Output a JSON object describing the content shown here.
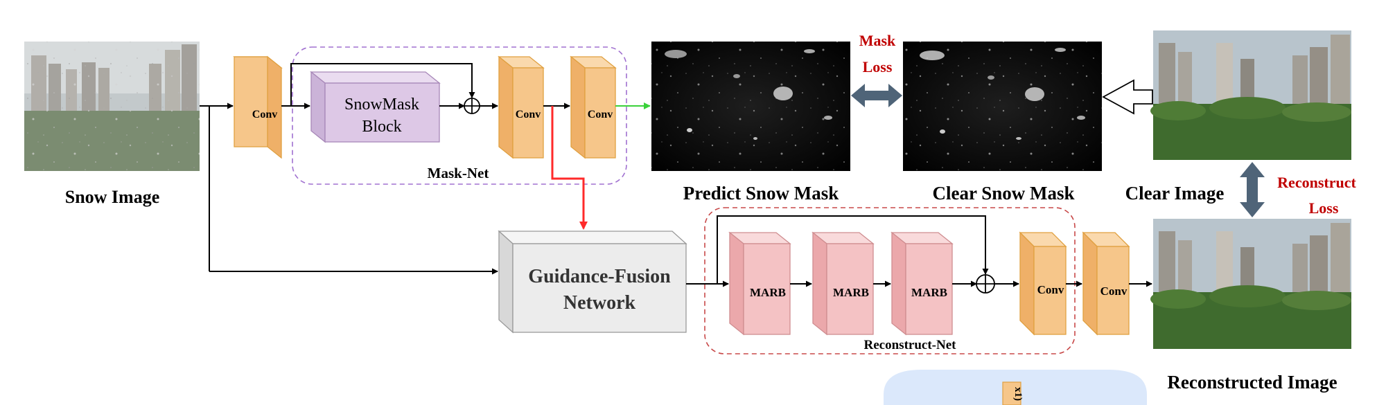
{
  "images": {
    "snow_image": {
      "label": "Snow Image"
    },
    "predict_mask": {
      "label": "Predict Snow Mask"
    },
    "clear_mask": {
      "label": "Clear Snow Mask"
    },
    "clear_image": {
      "label": "Clear Image"
    },
    "reconstructed_image": {
      "label": "Reconstructed Image"
    }
  },
  "mask_net": {
    "label": "Mask-Net",
    "conv1": "Conv",
    "snowmask_line1": "SnowMask",
    "snowmask_line2": "Block",
    "conv2": "Conv",
    "conv3": "Conv"
  },
  "guidance": {
    "line1": "Guidance-Fusion",
    "line2": "Network"
  },
  "reconstruct_net": {
    "label": "Reconstruct-Net",
    "marb1": "MARB",
    "marb2": "MARB",
    "marb3": "MARB",
    "conv1": "Conv",
    "conv2": "Conv"
  },
  "losses": {
    "mask_loss_line1": "Mask",
    "mask_loss_line2": "Loss",
    "recon_loss_line1": "Reconstruct",
    "recon_loss_line2": "Loss"
  },
  "partial_panel": {
    "text": "x1)"
  },
  "colors": {
    "conv_fill": "#f6c68a",
    "conv_stroke": "#e0a040",
    "snowmask_fill": "#ddc8e6",
    "snowmask_stroke": "#a787b8",
    "marb_fill": "#f4c2c4",
    "marb_stroke": "#cf8d90",
    "guidance_fill": "#ececec",
    "mask_net_border": "#a070d0",
    "reconstruct_border": "#c84848",
    "loss_text": "#c00000",
    "arrow_red": "#ff2a2a",
    "arrow_green": "#3ad13a",
    "loss_arrow": "#4f6478",
    "panel_fill": "#dbe8fb"
  }
}
